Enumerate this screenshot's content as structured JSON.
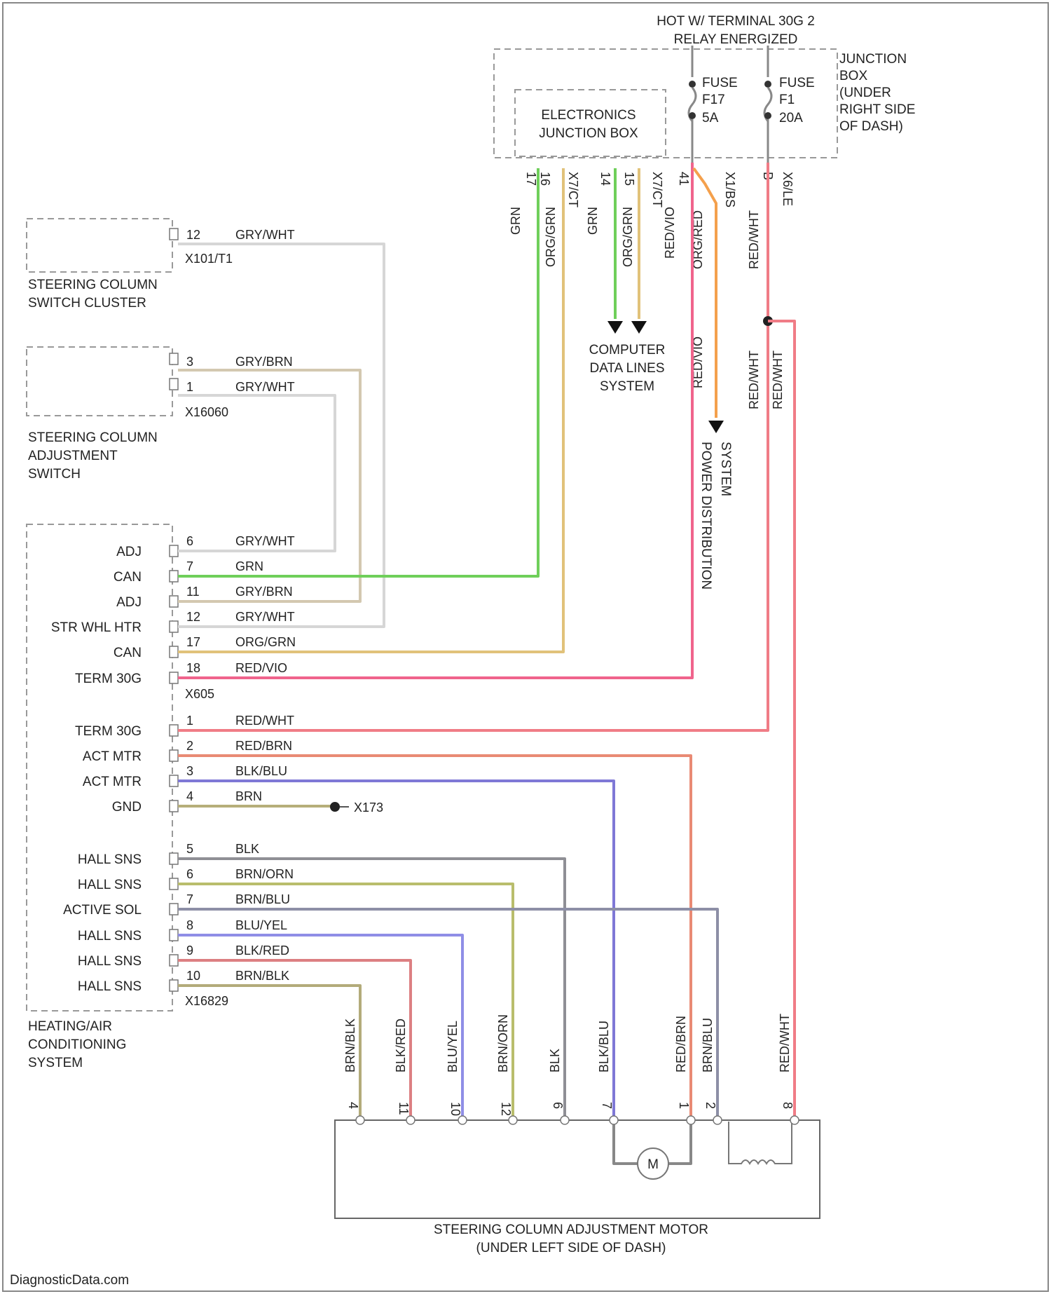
{
  "header": {
    "hot_line1": "HOT W/ TERMINAL 30G 2",
    "hot_line2": "RELAY ENERGIZED"
  },
  "junction_box": {
    "label_lines": [
      "JUNCTION",
      "BOX",
      "(UNDER",
      "RIGHT SIDE",
      "OF DASH)"
    ],
    "fuse_a": {
      "name": "FUSE",
      "id": "F17",
      "rating": "5A"
    },
    "fuse_b": {
      "name": "FUSE",
      "id": "F1",
      "rating": "20A"
    }
  },
  "ejb": {
    "label_lines": [
      "ELECTRONICS",
      "JUNCTION BOX"
    ]
  },
  "top_connectors": {
    "c1": "X7/CT",
    "c2": "X7/CT",
    "c3": "X7/CT",
    "c4": "X1/BS",
    "c5": "X6/LE",
    "pins": [
      "17",
      "16",
      "14",
      "15",
      "41",
      "B"
    ]
  },
  "top_wires": {
    "grn": "GRN",
    "org_grn_a": "ORG/GRN",
    "grn_b": "GRN",
    "org_grn_b": "ORG/GRN",
    "red_vio": "RED/VIO",
    "org_red_v": "ORG/RED",
    "red_wht": "RED/WHT",
    "red_vio2": "RED/VIO",
    "red_wht2": "RED/WHT",
    "red_wht3": "RED/WHT"
  },
  "computer_data": {
    "label_lines": [
      "COMPUTER",
      "DATA LINES",
      "SYSTEM"
    ]
  },
  "power_dist": {
    "label_lines": [
      "POWER DISTRIBUTION",
      "SYSTEM"
    ]
  },
  "steering_switch_cluster": {
    "label_lines": [
      "STEERING COLUMN",
      "SWITCH CLUSTER"
    ],
    "pin": "12",
    "wire": "GRY/WHT",
    "connector": "X101/T1"
  },
  "steering_adj_switch": {
    "label_lines": [
      "STEERING COLUMN",
      "ADJUSTMENT",
      "SWITCH"
    ],
    "pins": [
      {
        "num": "3",
        "wire": "GRY/BRN"
      },
      {
        "num": "1",
        "wire": "GRY/WHT"
      }
    ],
    "connector": "X16060"
  },
  "hvac": {
    "label_lines": [
      "HEATING/AIR",
      "CONDITIONING",
      "SYSTEM"
    ],
    "connector_top": "X605",
    "connector_bottom": "X16829",
    "pins_top": [
      {
        "label": "ADJ",
        "num": "6",
        "wire": "GRY/WHT"
      },
      {
        "label": "CAN",
        "num": "7",
        "wire": "GRN"
      },
      {
        "label": "ADJ",
        "num": "11",
        "wire": "GRY/BRN"
      },
      {
        "label": "STR WHL HTR",
        "num": "12",
        "wire": "GRY/WHT"
      },
      {
        "label": "CAN",
        "num": "17",
        "wire": "ORG/GRN"
      },
      {
        "label": "TERM 30G",
        "num": "18",
        "wire": "RED/VIO"
      }
    ],
    "pins_mid": [
      {
        "label": "TERM 30G",
        "num": "1",
        "wire": "RED/WHT"
      },
      {
        "label": "ACT MTR",
        "num": "2",
        "wire": "RED/BRN"
      },
      {
        "label": "ACT MTR",
        "num": "3",
        "wire": "BLK/BLU"
      },
      {
        "label": "GND",
        "num": "4",
        "wire": "BRN"
      }
    ],
    "pins_bottom": [
      {
        "label": "HALL SNS",
        "num": "5",
        "wire": "BLK"
      },
      {
        "label": "HALL SNS",
        "num": "6",
        "wire": "BRN/ORN"
      },
      {
        "label": "ACTIVE SOL",
        "num": "7",
        "wire": "BRN/BLU"
      },
      {
        "label": "HALL SNS",
        "num": "8",
        "wire": "BLU/YEL"
      },
      {
        "label": "HALL SNS",
        "num": "9",
        "wire": "BLK/RED"
      },
      {
        "label": "HALL SNS",
        "num": "10",
        "wire": "BRN/BLK"
      }
    ]
  },
  "ground": {
    "label": "X173"
  },
  "motor": {
    "label_lines": [
      "STEERING COLUMN ADJUSTMENT MOTOR",
      "(UNDER LEFT SIDE OF DASH)"
    ],
    "symbol": "M",
    "vertical_wires": [
      "BRN/BLK",
      "BLK/RED",
      "BLU/YEL",
      "BRN/ORN",
      "BLK",
      "BLK/BLU",
      "RED/BRN",
      "BRN/BLU",
      "RED/WHT"
    ],
    "pins": [
      "4",
      "11",
      "10",
      "12",
      "6",
      "7",
      "1",
      "2",
      "8"
    ]
  },
  "watermark": "DiagnosticData.com",
  "colors": {
    "grn": "#6fcf5a",
    "org_grn": "#e1c27a",
    "red_vio": "#f0648c",
    "red_wht": "#f07c86",
    "red_brn": "#e98a74",
    "blk_blu": "#7f78d6",
    "brn": "#b6ae7a",
    "blk": "#8f8f95",
    "brn_orn": "#b9bd6c",
    "brn_blu": "#8d8fa6",
    "blu_yel": "#8f8ee6",
    "blk_red": "#dc7f82",
    "brn_blk": "#b3ab7a",
    "gry_wht": "#d6d6d6",
    "gry_brn": "#d3c8b0",
    "orange": "#f4a04c"
  }
}
